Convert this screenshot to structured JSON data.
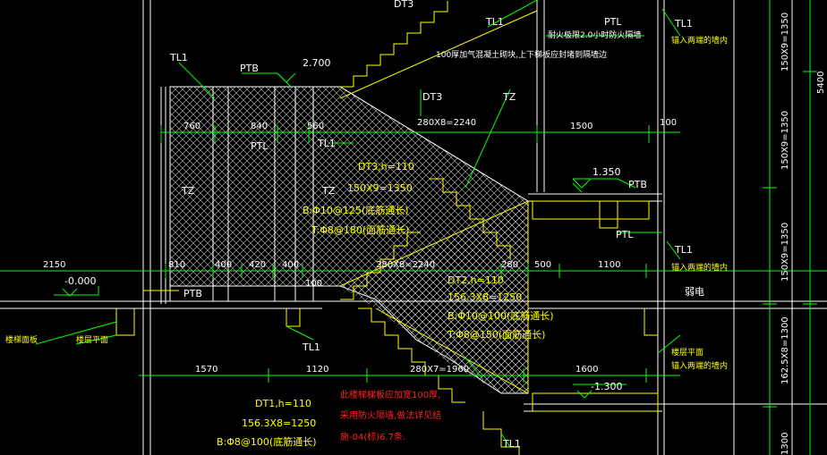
{
  "colors": {
    "background": "#000000",
    "dimension": "#00ff00",
    "wall": "#ffffff",
    "stair": "#ffff00",
    "hatch": "#c8c8c8",
    "note_red": "#ff2020",
    "leader": "#00ff00",
    "axis": "#ffffff"
  },
  "labels": {
    "dt3_top": "DT3",
    "tl1_upper": "TL1",
    "ptl_top": "PTL",
    "tl1_right_top": "TL1",
    "note_fire": "耐火极限2.0小时防火隔墙",
    "note_wall": "100厚加气混凝土砌块,上下梯板应封堵到隔墙边",
    "tl1_left": "TL1",
    "ptb_top": "PTB",
    "elev_2700": "2.700",
    "tz_mid": "TZ",
    "dt3_mid": "DT3",
    "ptl_mid": "PTL",
    "tl1_mid": "TL1",
    "dt3_spec1": "DT3,h=110",
    "dt3_spec2": "150X9=1350",
    "dt3_spec3": "B:Φ10@125(底筋通长)",
    "dt3_spec4": "T:Φ8@180(面筋通长)",
    "tz_left": "TZ",
    "tz_center": "TZ",
    "elev_1350": "1.350",
    "ptb_right": "PTB",
    "ptl_right": "PTL",
    "tl1_right_mid": "TL1",
    "ptb_bottom": "PTB",
    "elev_0000": "-0.000",
    "dt2_spec1": "DT2,h=110",
    "dt2_spec2": "156.3X8=1250",
    "dt2_spec3": "B:Φ10@100(底筋通长)",
    "dt2_spec4": "T:Φ8@150(面筋通长)",
    "room_elec": "弱电",
    "floor_surface": "楼梯面板",
    "floor_surface2": "楼层平面",
    "tl1_bottom": "TL1",
    "floor_surface_right": "楼层平面",
    "elev_m1300": "-1.300",
    "dt1_spec1": "DT1,h=110",
    "dt1_spec2": "156.3X8=1250",
    "dt1_spec3": "B:Φ8@100(底筋通长)",
    "red_note1": "此楼梯梯板应加宽100厚,",
    "red_note2": "采用防火隔墙,做法详见结",
    "red_note3": "施-04(标)6.7条.",
    "tl1_lowest": "TL1",
    "wall_to_edge1": "锚入两端的墙内",
    "wall_to_edge2": "锚入两端的墙内",
    "wall_to_edge3": "锚入两端的墙内"
  },
  "dims": {
    "top_row": [
      "760",
      "840",
      "560",
      "280X8=2240",
      "1500",
      "100"
    ],
    "mid_row": [
      "2150",
      "810",
      "400",
      "420",
      "400",
      "280X8=2240",
      "280",
      "500",
      "1100"
    ],
    "mid_small": "100",
    "bot_row": [
      "1570",
      "1120",
      "280X7=1960",
      "1600"
    ],
    "right_col": [
      "150X9=1350",
      "5400",
      "150X9=1350",
      "150X9=1350",
      "162.5X8=1300",
      "1300"
    ]
  }
}
